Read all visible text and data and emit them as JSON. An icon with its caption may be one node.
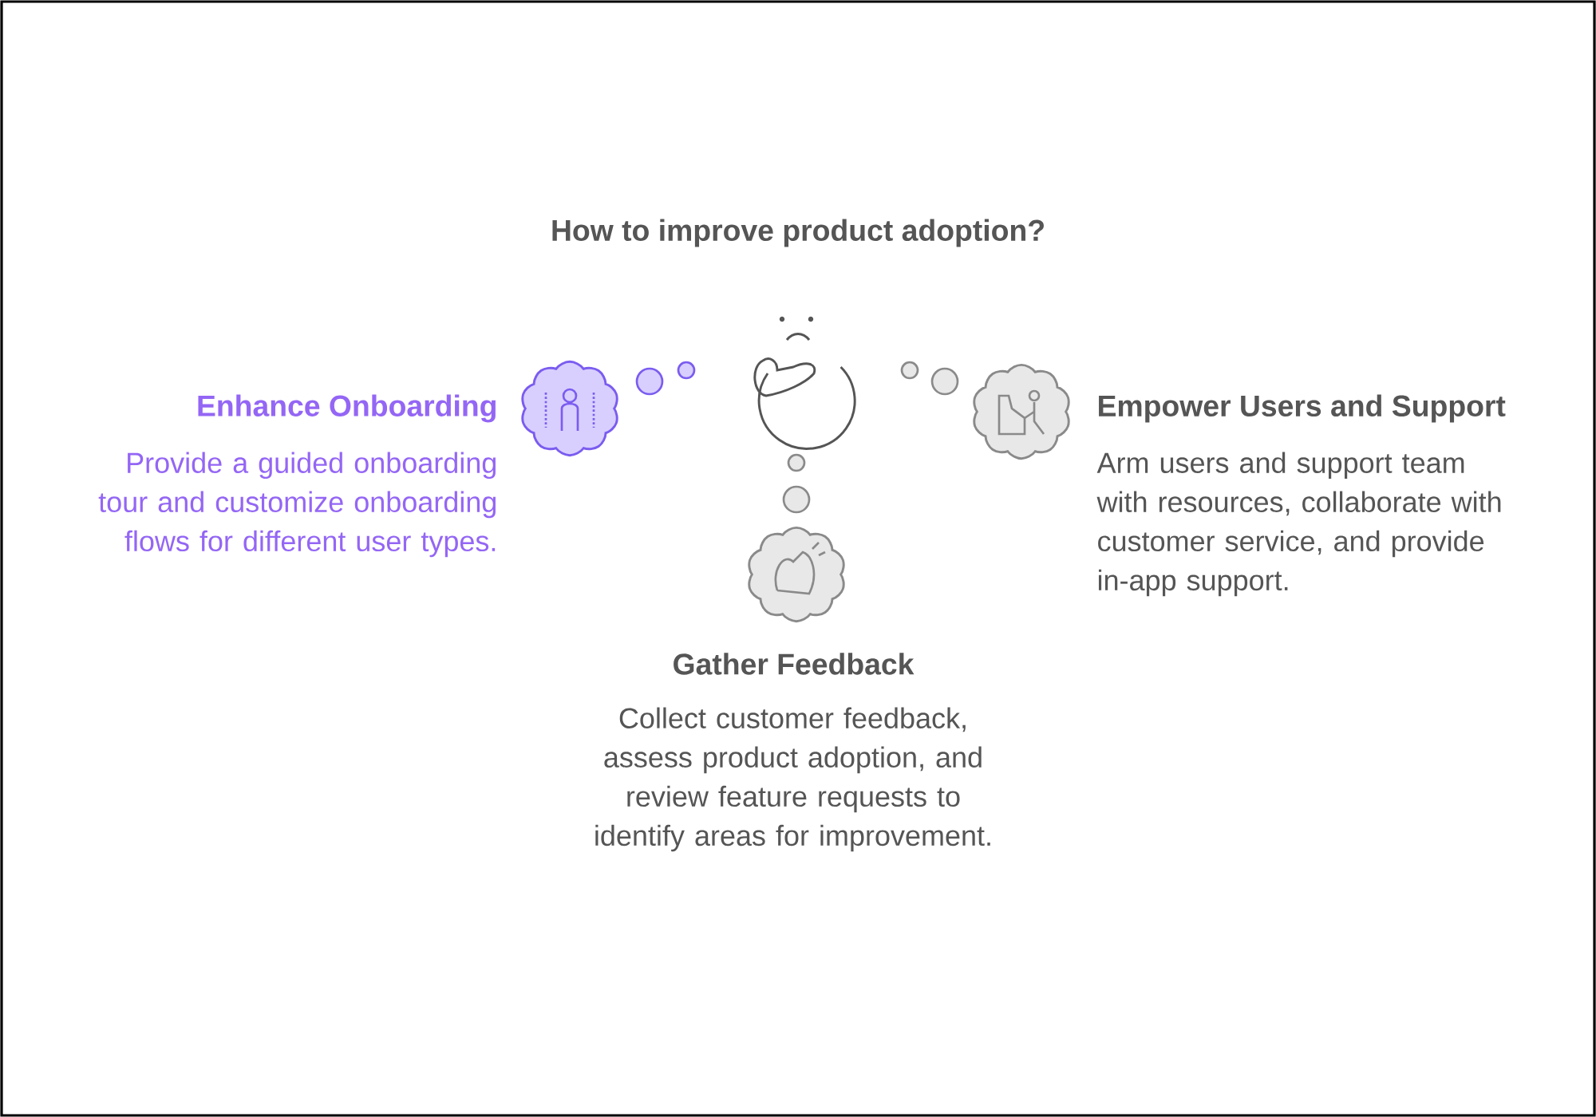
{
  "diagram": {
    "title": "How to improve product adoption?",
    "nodes": [
      {
        "text": [
          "Enhance Onboarding",
          "Provide a guided onboarding tour and customize onboarding flows for different user types."
        ]
      },
      {
        "text": [
          "Gather Feedback",
          "Collect customer feedback, assess product adoption, and review feature requests to identify areas for improvement."
        ]
      },
      {
        "text": [
          "Empower Users and Support",
          "Arm users and support team with resources, collaborate with customer service, and provide in-app support."
        ]
      }
    ]
  }
}
